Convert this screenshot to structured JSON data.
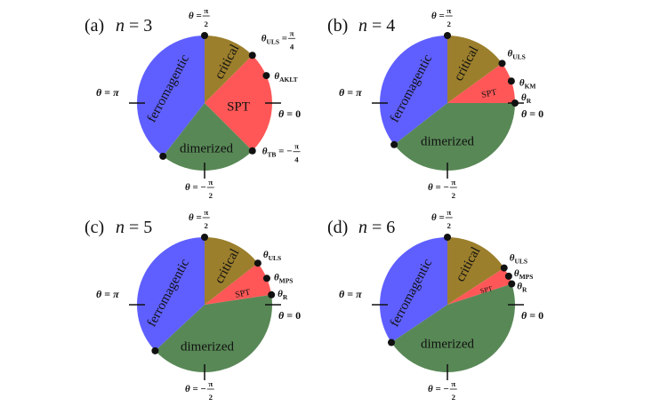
{
  "colors": {
    "ferromagnetic": "#5f5fff",
    "critical": "#9c7f2c",
    "spt": "#ff5757",
    "dimerized": "#588856",
    "dot": "#111111"
  },
  "axis_labels": {
    "top": {
      "sym": "θ",
      "eq": "=",
      "sign": "",
      "num": "π",
      "den": "2"
    },
    "left": {
      "sym": "θ",
      "eq": "=",
      "val": "π"
    },
    "right": {
      "sym": "θ",
      "eq": "=",
      "val": "0"
    },
    "bottom": {
      "sym": "θ",
      "eq": "=",
      "sign": "−",
      "num": "π",
      "den": "2"
    }
  },
  "panels": [
    {
      "letter": "(a)",
      "n_label": "n = 3",
      "phases": [
        {
          "key": "ferromagnetic",
          "label": "ferromagentic",
          "from": 90,
          "to": 232
        },
        {
          "key": "critical",
          "label": "critical",
          "from": 45,
          "to": 90
        },
        {
          "key": "spt",
          "label": "SPT",
          "from": -45,
          "to": 45
        },
        {
          "key": "dimerized",
          "label": "dimerized",
          "from": -128,
          "to": -45
        }
      ],
      "points": [
        {
          "angle": 45,
          "sym": "θ",
          "sub": "ULS",
          "eq": "=",
          "sign": "",
          "num": "π",
          "den": "4"
        },
        {
          "angle": 24,
          "sym": "θ",
          "sub": "AKLT"
        },
        {
          "angle": -45,
          "sym": "θ",
          "sub": "TB",
          "eq": "=",
          "sign": "−",
          "num": "π",
          "den": "4"
        }
      ],
      "extra_dots": [
        90,
        232
      ]
    },
    {
      "letter": "(b)",
      "n_label": "n = 4",
      "phases": [
        {
          "key": "ferromagnetic",
          "label": "ferromagentic",
          "from": 90,
          "to": 218
        },
        {
          "key": "critical",
          "label": "critical",
          "from": 36,
          "to": 90
        },
        {
          "key": "spt",
          "label": "SPT",
          "from": 0,
          "to": 36
        },
        {
          "key": "dimerized",
          "label": "dimerized",
          "from": -142,
          "to": 0
        }
      ],
      "points": [
        {
          "angle": 36,
          "sym": "θ",
          "sub": "ULS"
        },
        {
          "angle": 19,
          "sym": "θ",
          "sub": "KM"
        },
        {
          "angle": 0,
          "sym": "θ",
          "sub": "R"
        }
      ],
      "extra_dots": [
        90,
        218
      ]
    },
    {
      "letter": "(c)",
      "n_label": "n = 5",
      "phases": [
        {
          "key": "ferromagnetic",
          "label": "ferromagentic",
          "from": 90,
          "to": 223
        },
        {
          "key": "critical",
          "label": "critical",
          "from": 38,
          "to": 90
        },
        {
          "key": "spt",
          "label": "SPT",
          "from": 8.5,
          "to": 38
        },
        {
          "key": "dimerized",
          "label": "dimerized",
          "from": -137,
          "to": 8.5
        }
      ],
      "points": [
        {
          "angle": 38,
          "sym": "θ",
          "sub": "ULS"
        },
        {
          "angle": 23,
          "sym": "θ",
          "sub": "MPS"
        },
        {
          "angle": 8.5,
          "sym": "θ",
          "sub": "R"
        }
      ],
      "extra_dots": [
        90,
        223
      ]
    },
    {
      "letter": "(d)",
      "n_label": "n = 6",
      "phases": [
        {
          "key": "ferromagnetic",
          "label": "ferromagentic",
          "from": 90,
          "to": 214
        },
        {
          "key": "critical",
          "label": "critical",
          "from": 33,
          "to": 90
        },
        {
          "key": "spt",
          "label": "SPT",
          "from": 18,
          "to": 33
        },
        {
          "key": "dimerized",
          "label": "dimerized",
          "from": -146,
          "to": 18
        }
      ],
      "points": [
        {
          "angle": 33,
          "sym": "θ",
          "sub": "ULS"
        },
        {
          "angle": 25,
          "sym": "θ",
          "sub": "MPS"
        },
        {
          "angle": 18,
          "sym": "θ",
          "sub": "R"
        }
      ],
      "extra_dots": [
        90,
        214
      ]
    }
  ]
}
